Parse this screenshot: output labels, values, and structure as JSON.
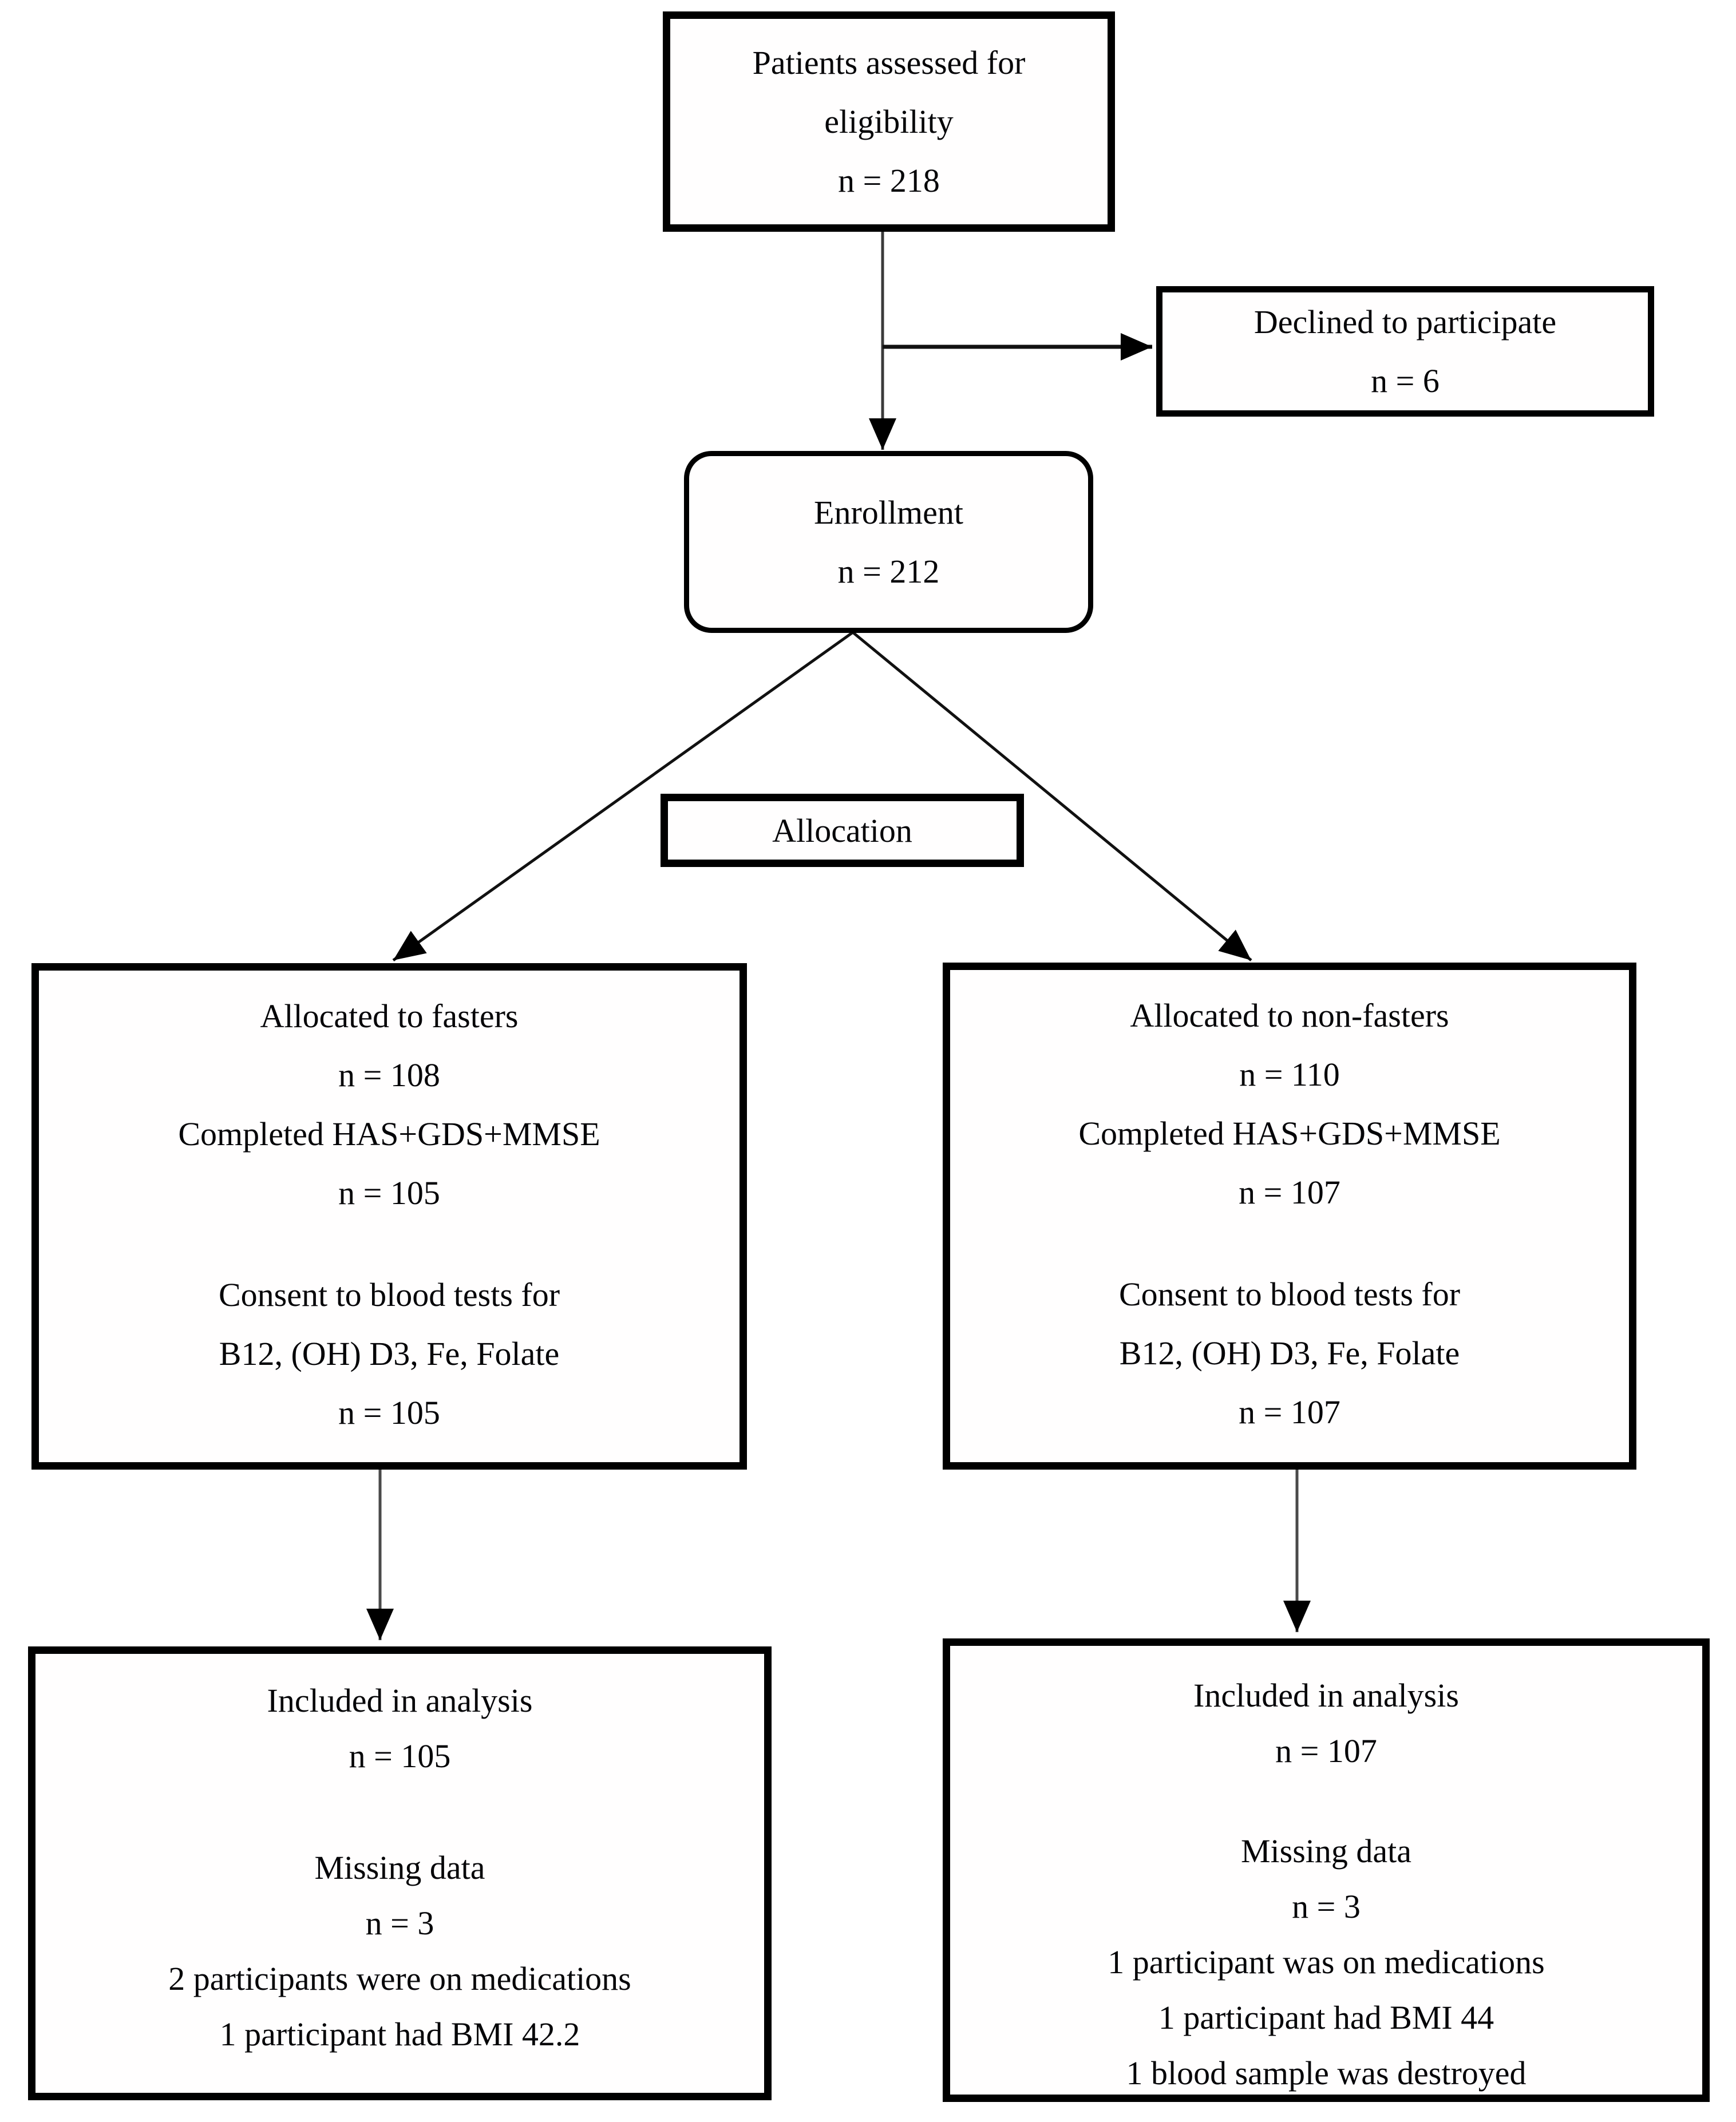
{
  "boxes": {
    "assessed": {
      "line1": "Patients assessed for",
      "line2": "eligibility",
      "line3": "n = 218"
    },
    "declined": {
      "line1": "Declined to participate",
      "line2": "n = 6"
    },
    "enrollment": {
      "line1": "Enrollment",
      "line2": "n = 212"
    },
    "allocation": {
      "label": "Allocation"
    },
    "fasters": {
      "line1": "Allocated to fasters",
      "line2": "n = 108",
      "line3": "Completed HAS+GDS+MMSE",
      "line4": "n = 105",
      "line5": "Consent to blood tests for",
      "line6": "B12, (OH) D3, Fe, Folate",
      "line7": "n = 105"
    },
    "nonfasters": {
      "line1": "Allocated to non-fasters",
      "line2": "n = 110",
      "line3": "Completed HAS+GDS+MMSE",
      "line4": "n = 107",
      "line5": "Consent to blood tests for",
      "line6": "B12, (OH) D3, Fe, Folate",
      "line7": "n = 107"
    },
    "fasters_analysis": {
      "line1": "Included in analysis",
      "line2": "n = 105",
      "line3": "Missing data",
      "line4": "n = 3",
      "line5": "2 participants were on medications",
      "line6": "1 participant had BMI 42.2"
    },
    "nonfasters_analysis": {
      "line1": "Included in analysis",
      "line2": "n = 107",
      "line3": "Missing data",
      "line4": "n = 3",
      "line5": "1 participant was on medications",
      "line6": "1 participant had BMI 44",
      "line7": "1 blood sample was destroyed"
    }
  },
  "colors": {
    "background": "#ffffff",
    "box_border": "#000000",
    "text": "#050508",
    "arrow_line_dark": "#111111",
    "arrow_line_gray": "#4a4a4a",
    "arrowhead": "#000000"
  }
}
